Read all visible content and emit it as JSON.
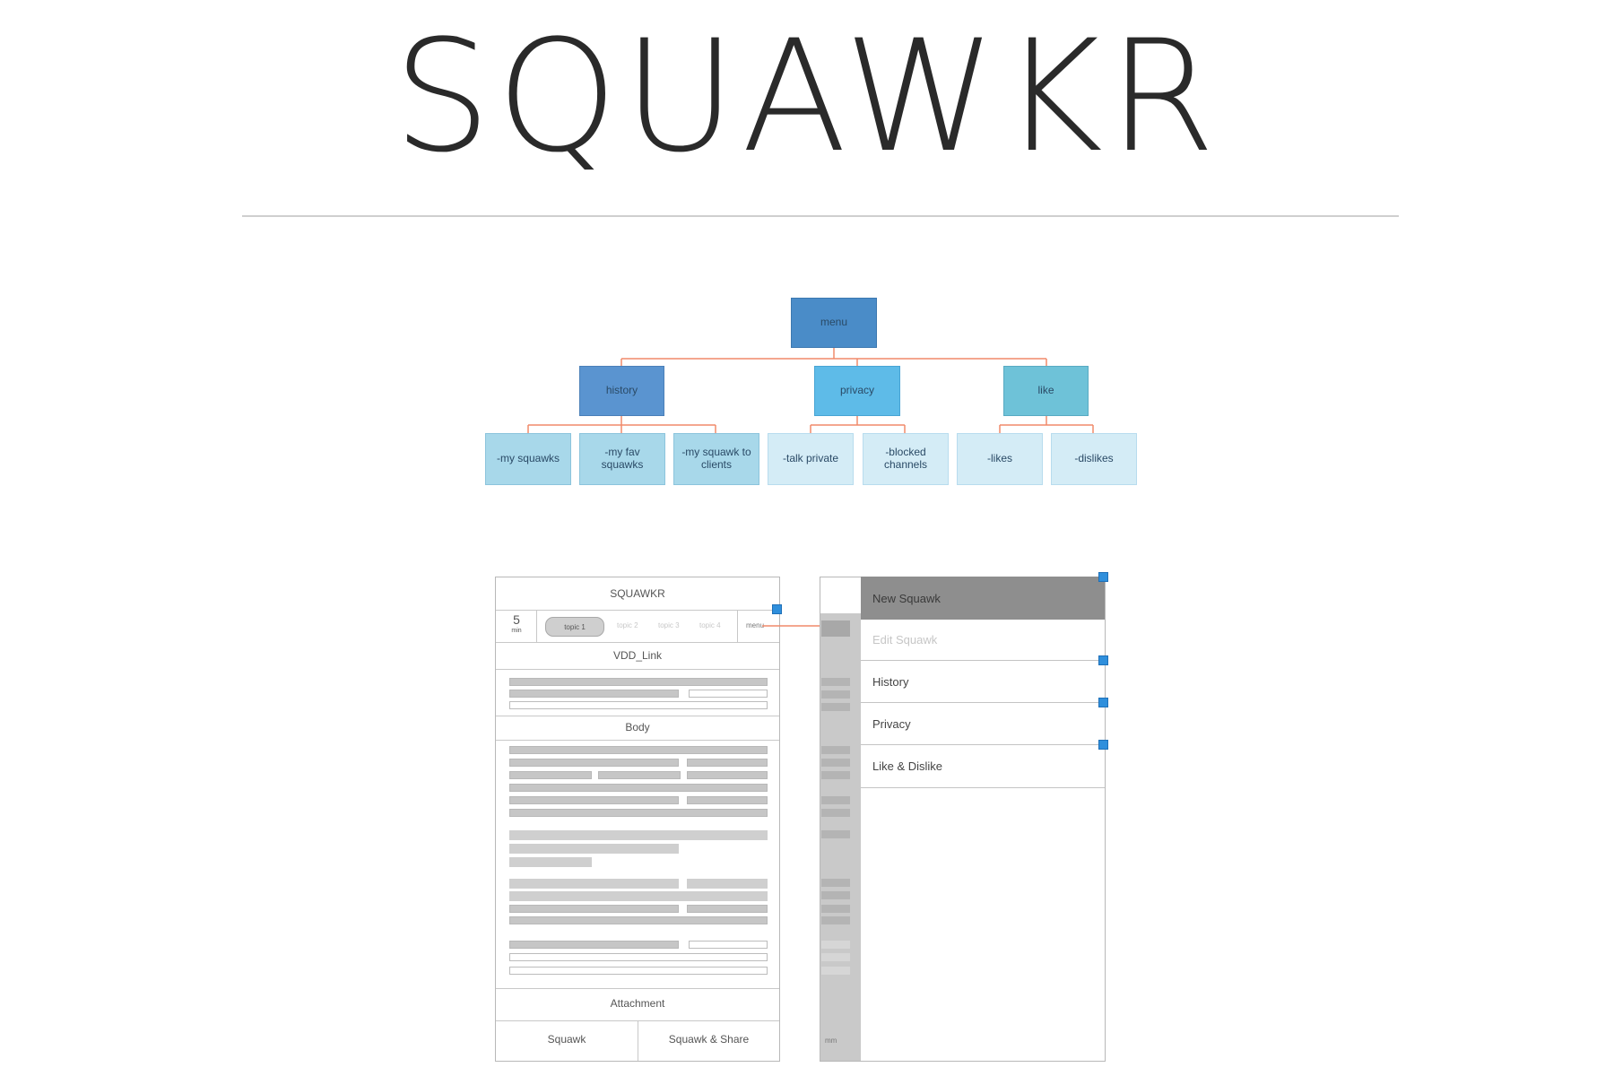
{
  "title": "SQUAWKR",
  "sitemap": {
    "root": "menu",
    "branches": [
      {
        "label": "history",
        "children": [
          "-my squawks",
          "-my fav squawks",
          "-my squawk to clients"
        ]
      },
      {
        "label": "privacy",
        "children": [
          "-talk private",
          "-blocked channels"
        ]
      },
      {
        "label": "like",
        "children": [
          "-likes",
          "-dislikes"
        ]
      }
    ]
  },
  "compose": {
    "header": "SQUAWKR",
    "counter": "5",
    "counter_sub": "min",
    "tabs": [
      "topic 1",
      "topic 2",
      "topic 3",
      "topic 4"
    ],
    "menu_label": "menu",
    "video_link": "VDD_Link",
    "body_label": "Body",
    "attachment_label": "Attachment",
    "squawk_button": "Squawk",
    "squawk_share_button": "Squawk & Share"
  },
  "side_menu": {
    "items": [
      "New Squawk",
      "Edit Squawk",
      "History",
      "Privacy",
      "Like & Dislike"
    ],
    "footer": "mm"
  },
  "colors": {
    "root": "#4a8cc8",
    "history": "#5a94d0",
    "privacy": "#5ebbe8",
    "like": "#6ec2d8",
    "connector": "#f08a6a",
    "handle": "#2f8fdc",
    "menu_active": "#8e8e8e"
  }
}
